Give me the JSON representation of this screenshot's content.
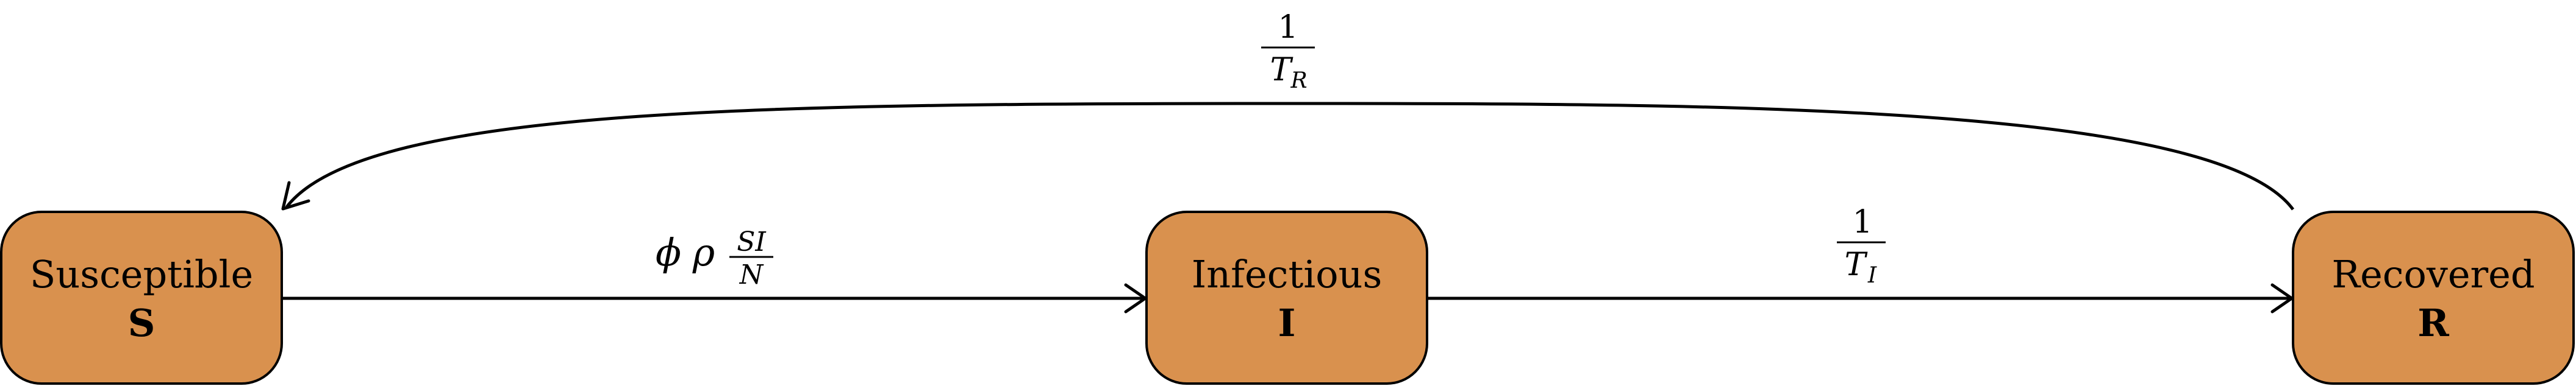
{
  "colors": {
    "node_fill": "#d9914e",
    "stroke": "#000000",
    "background": "#ffffff"
  },
  "nodes": {
    "susceptible": {
      "label": "Susceptible",
      "symbol": "S"
    },
    "infectious": {
      "label": "Infectious",
      "symbol": "I"
    },
    "recovered": {
      "label": "Recovered",
      "symbol": "R"
    }
  },
  "edges": {
    "infection": {
      "phi": "ϕ",
      "rho": "ρ",
      "numerator": "SI",
      "denominator": "N"
    },
    "recovery": {
      "numerator": "1",
      "denominator_main": "T",
      "denominator_sub": "I"
    },
    "immunity_loss": {
      "numerator": "1",
      "denominator_main": "T",
      "denominator_sub": "R"
    }
  }
}
